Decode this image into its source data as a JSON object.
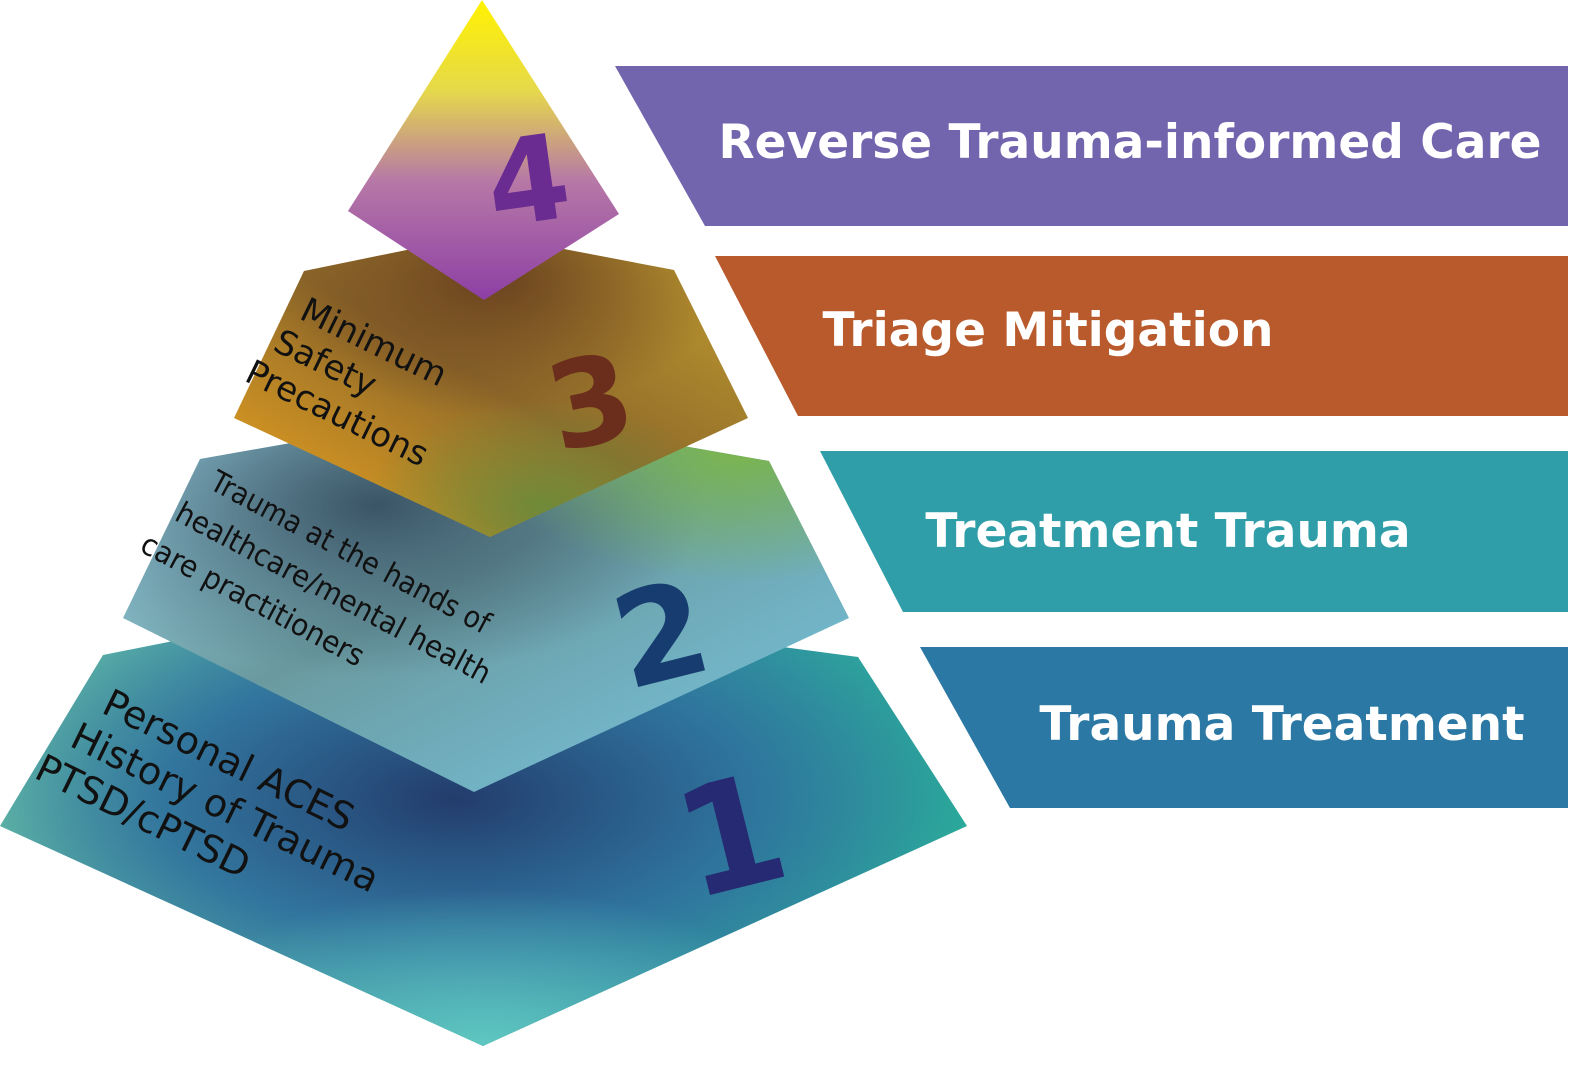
{
  "banners": [
    {
      "text": "Reverse Trauma-informed Care",
      "color": "#7265ae"
    },
    {
      "text": "Triage Mitigation",
      "color": "#b85a2b"
    },
    {
      "text": "Treatment Trauma",
      "color": "#2f9ea8"
    },
    {
      "text": "Trauma Treatment",
      "color": "#2a78a3"
    }
  ],
  "pyramid": {
    "tier1": {
      "number": "1",
      "lines": [
        "Personal ACES",
        "History of Trauma",
        "PTSD/cPTSD"
      ],
      "number_color": "#262a72"
    },
    "tier2": {
      "number": "2",
      "lines": [
        "Trauma at the hands of",
        "healthcare/mental health",
        "care practitioners"
      ],
      "number_color": "#173d70"
    },
    "tier3": {
      "number": "3",
      "lines": [
        "Minimum",
        "Safety",
        "Precautions"
      ],
      "number_color": "#6b2e1c"
    },
    "tier4": {
      "number": "4",
      "number_color": "#6a2c91"
    }
  }
}
